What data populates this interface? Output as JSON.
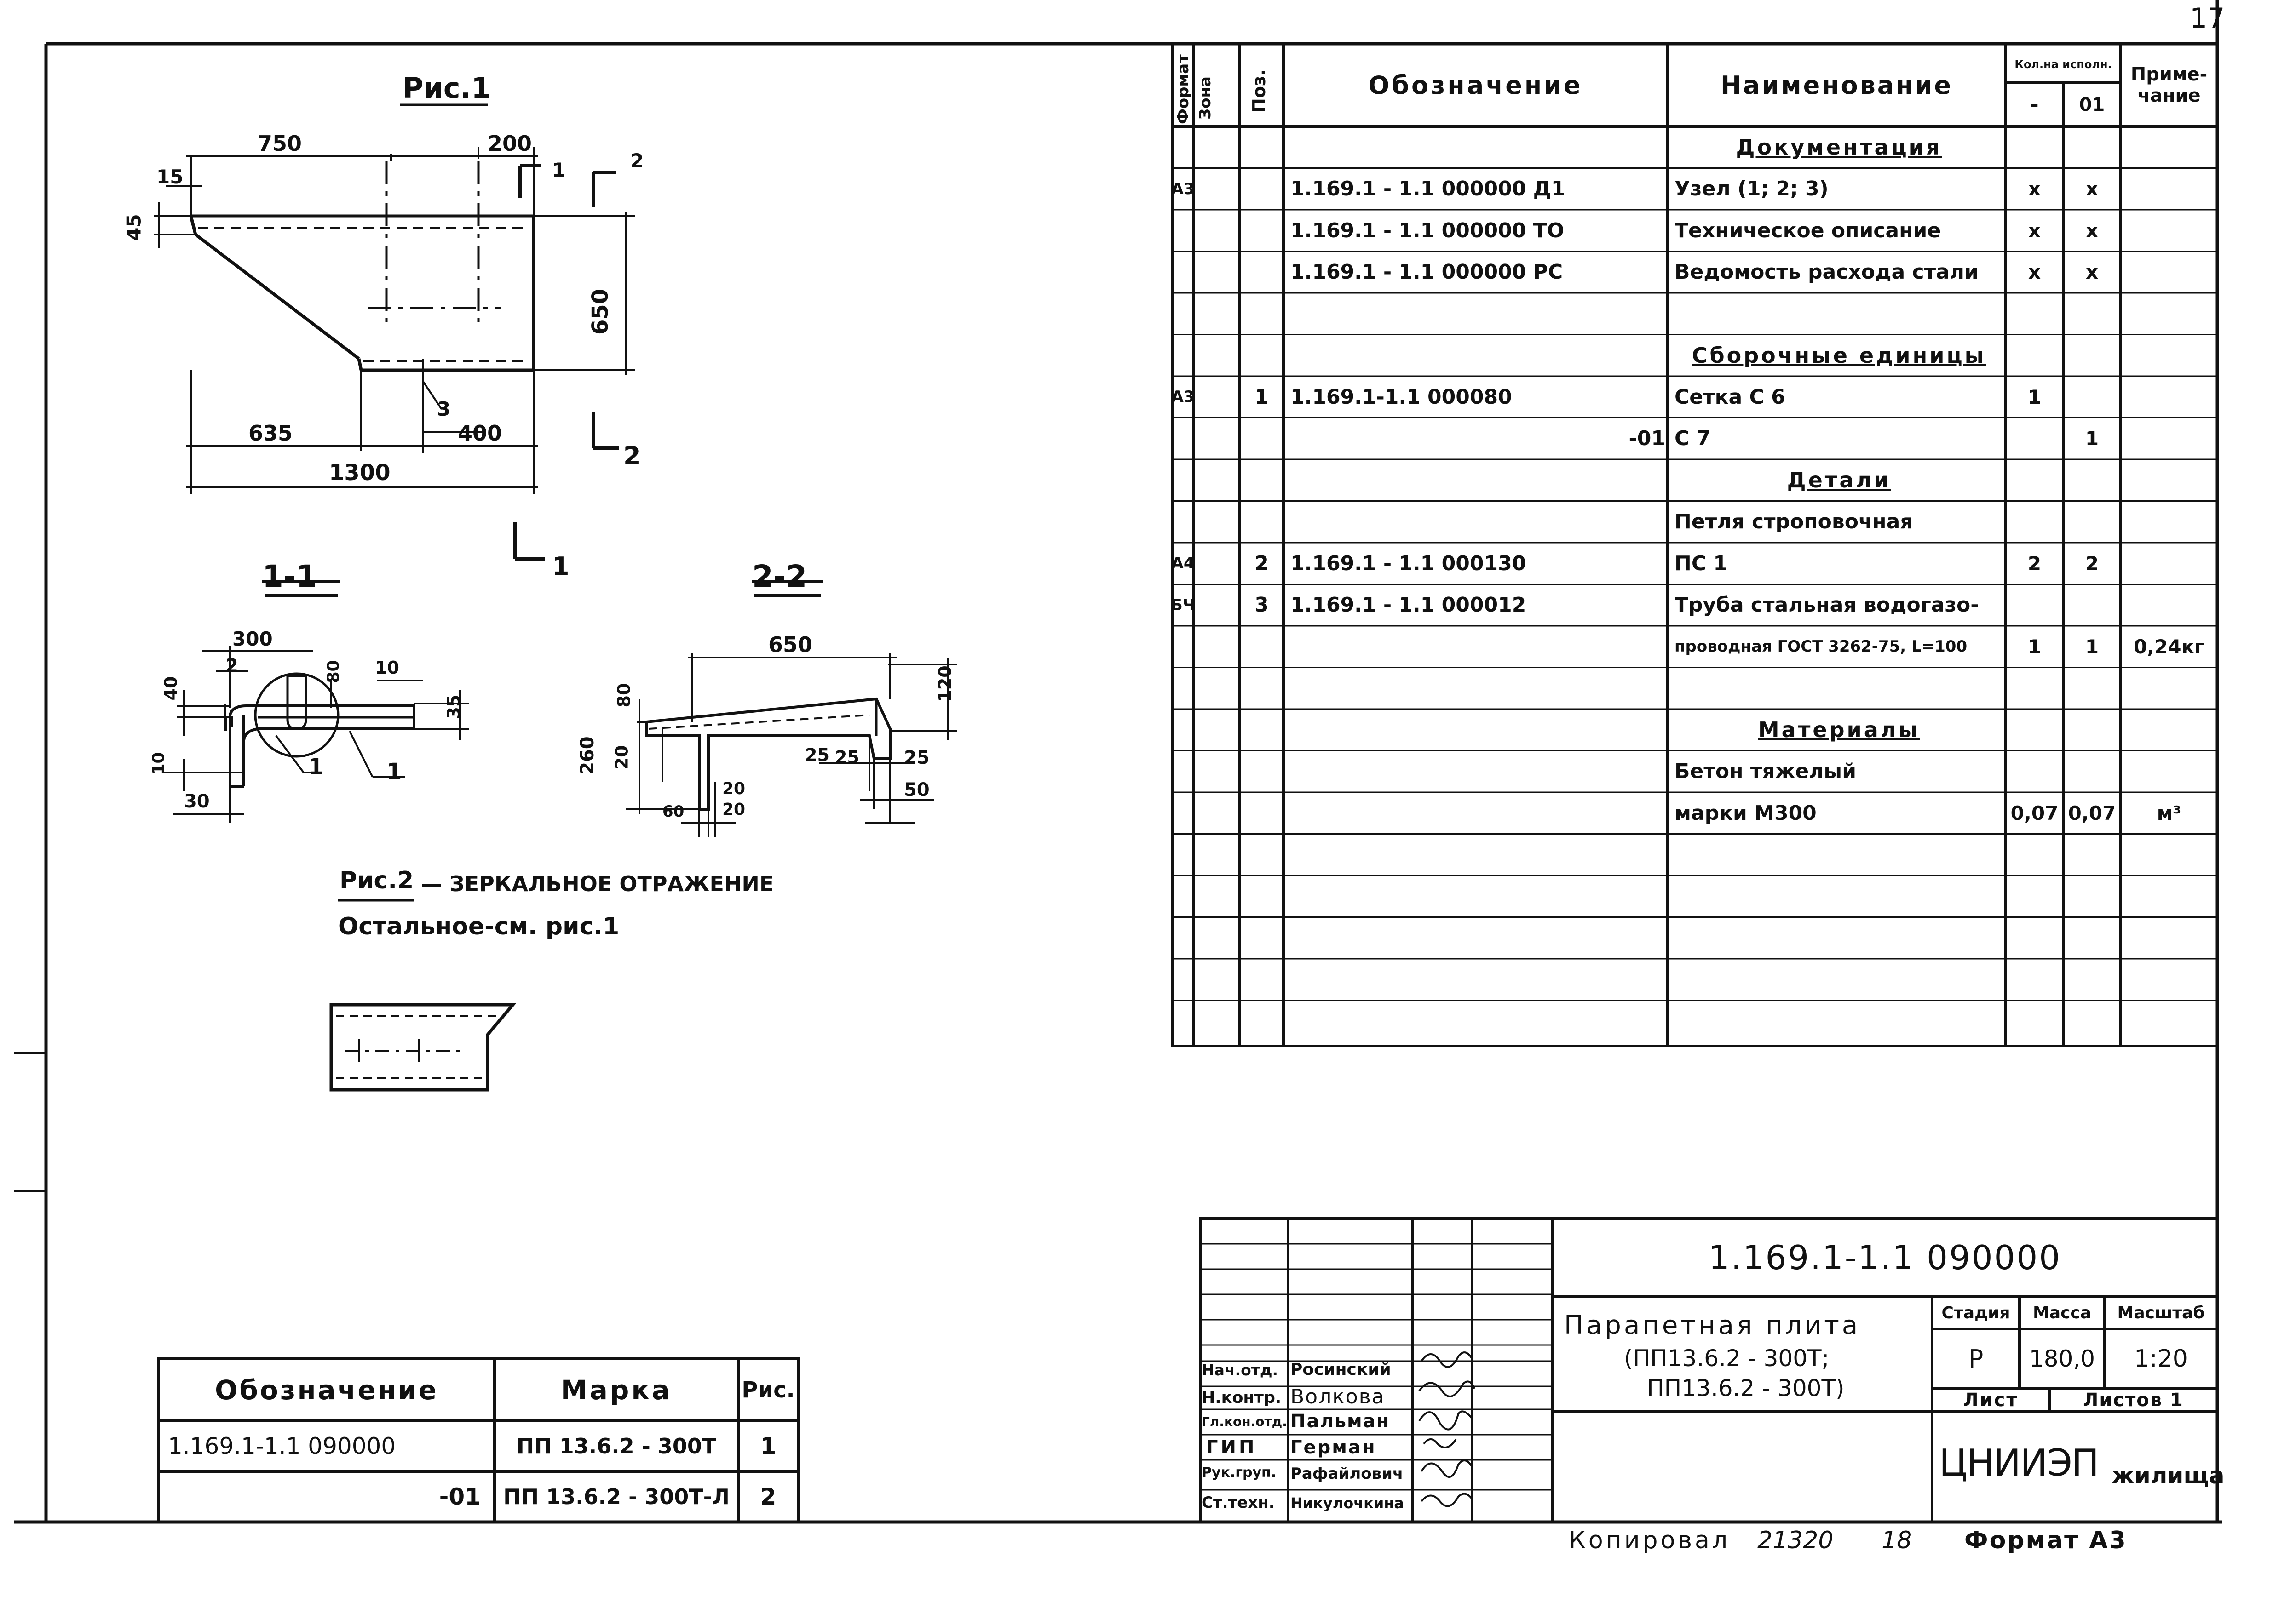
{
  "sheet_number": "17",
  "figures": {
    "fig1_title": "Рис.1",
    "fig1_dims": {
      "d750": "750",
      "d200": "200",
      "d15": "15",
      "d45": "45",
      "d650": "650",
      "d3": "3",
      "d635": "635",
      "d400": "400",
      "d1300": "1300"
    },
    "section_marks": {
      "m1": "1",
      "m2": "2"
    },
    "sec11_title": "1-1",
    "sec11_dims": {
      "d300": "300",
      "d2": "2",
      "d40": "40",
      "d80": "80",
      "d10a": "10",
      "d35": "35",
      "d10b": "10",
      "d30": "30",
      "d1a": "1",
      "d1b": "1"
    },
    "sec22_title": "2-2",
    "sec22_dims": {
      "d650": "650",
      "d120": "120",
      "d80": "80",
      "d260": "260",
      "d20a": "20",
      "d25a": "25",
      "d25b": "25",
      "d25c": "25",
      "d50": "50",
      "d60": "60",
      "d20b": "20",
      "d20c": "20"
    },
    "fig2_title": "Рис.2",
    "fig2_caption": "— ЗЕРКАЛЬНОЕ ОТРАЖЕНИЕ",
    "fig2_note": "Остальное-см. рис.1"
  },
  "spec_table": {
    "headers": {
      "format": "Формат",
      "zone": "Зона",
      "pos": "Поз.",
      "designation": "Обозначение",
      "name": "Наименование",
      "qty": "Кол.на исполн.",
      "qty_a": "-",
      "qty_b": "01",
      "note": "Приме-чание"
    },
    "rows": [
      {
        "format": "",
        "pos": "",
        "designation": "",
        "name": "Документация",
        "q1": "",
        "q2": "",
        "note": "",
        "section": true
      },
      {
        "format": "А3",
        "pos": "",
        "designation": "1.169.1 - 1.1  000000  Д1",
        "name": "Узел (1; 2; 3)",
        "q1": "x",
        "q2": "x",
        "note": ""
      },
      {
        "format": "",
        "pos": "",
        "designation": "1.169.1 - 1.1  000000  ТО",
        "name": "Техническое описание",
        "q1": "x",
        "q2": "x",
        "note": ""
      },
      {
        "format": "",
        "pos": "",
        "designation": "1.169.1 - 1.1  000000  РС",
        "name": "Ведомость расхода стали",
        "q1": "x",
        "q2": "x",
        "note": ""
      },
      {
        "format": "",
        "pos": "",
        "designation": "",
        "name": "",
        "q1": "",
        "q2": "",
        "note": ""
      },
      {
        "format": "",
        "pos": "",
        "designation": "",
        "name": "Сборочные единицы",
        "q1": "",
        "q2": "",
        "note": "",
        "section": true
      },
      {
        "format": "А3",
        "pos": "1",
        "designation": "1.169.1-1.1  000080",
        "name": "Сетка    С 6",
        "q1": "1",
        "q2": "",
        "note": ""
      },
      {
        "format": "",
        "pos": "",
        "designation": "-01",
        "name": "С 7",
        "q1": "",
        "q2": "1",
        "note": ""
      },
      {
        "format": "",
        "pos": "",
        "designation": "",
        "name": "Детали",
        "q1": "",
        "q2": "",
        "note": "",
        "section": true
      },
      {
        "format": "",
        "pos": "",
        "designation": "",
        "name": "Петля строповочная",
        "q1": "",
        "q2": "",
        "note": ""
      },
      {
        "format": "А4",
        "pos": "2",
        "designation": "1.169.1 - 1.1  000130",
        "name": "ПС 1",
        "q1": "2",
        "q2": "2",
        "note": ""
      },
      {
        "format": "БЧ",
        "pos": "3",
        "designation": "1.169.1 - 1.1  000012",
        "name": "Труба стальная водогазо-",
        "q1": "",
        "q2": "",
        "note": ""
      },
      {
        "format": "",
        "pos": "",
        "designation": "",
        "name": "проводная ГОСТ 3262-75, L=100",
        "q1": "1",
        "q2": "1",
        "note": "0,24кг"
      },
      {
        "format": "",
        "pos": "",
        "designation": "",
        "name": "",
        "q1": "",
        "q2": "",
        "note": ""
      },
      {
        "format": "",
        "pos": "",
        "designation": "",
        "name": "Материалы",
        "q1": "",
        "q2": "",
        "note": "",
        "section": true
      },
      {
        "format": "",
        "pos": "",
        "designation": "",
        "name": "Бетон тяжелый",
        "q1": "",
        "q2": "",
        "note": ""
      },
      {
        "format": "",
        "pos": "",
        "designation": "",
        "name": "марки  М300",
        "q1": "0,07",
        "q2": "0,07",
        "note": "м³"
      },
      {
        "format": "",
        "pos": "",
        "designation": "",
        "name": "",
        "q1": "",
        "q2": "",
        "note": ""
      },
      {
        "format": "",
        "pos": "",
        "designation": "",
        "name": "",
        "q1": "",
        "q2": "",
        "note": ""
      },
      {
        "format": "",
        "pos": "",
        "designation": "",
        "name": "",
        "q1": "",
        "q2": "",
        "note": ""
      },
      {
        "format": "",
        "pos": "",
        "designation": "",
        "name": "",
        "q1": "",
        "q2": "",
        "note": ""
      },
      {
        "format": "",
        "pos": "",
        "designation": "",
        "name": "",
        "q1": "",
        "q2": "",
        "note": ""
      }
    ]
  },
  "marks_table": {
    "headers": {
      "designation": "Обозначение",
      "mark": "Марка",
      "fig": "Рис."
    },
    "rows": [
      {
        "designation": "1.169.1-1.1 090000",
        "mark": "ПП 13.6.2 - 300Т",
        "fig": "1"
      },
      {
        "designation": "-01",
        "mark": "ПП 13.6.2 - 300Т-Л",
        "fig": "2"
      }
    ]
  },
  "title_block": {
    "doc_code": "1.169.1-1.1 090000",
    "title_line1": "Парапетная плита",
    "title_line2": "(ПП13.6.2 - 300Т;",
    "title_line3": "ПП13.6.2 - 300Т)",
    "stage_label": "Стадия",
    "mass_label": "Масса",
    "scale_label": "Масштаб",
    "stage": "Р",
    "mass": "180,0",
    "scale": "1:20",
    "sheet_label": "Лист",
    "sheets_label": "Листов 1",
    "org": "ЦНИИЭП",
    "org_suffix": "жилища",
    "roles": [
      {
        "role": "Нач.отд.",
        "name": "Росинский"
      },
      {
        "role": "Н.контр.",
        "name": "Волкова"
      },
      {
        "role": "Гл.кон.отд.",
        "name": "Пальман"
      },
      {
        "role": "ГИП",
        "name": "Герман"
      },
      {
        "role": "Рук.груп.",
        "name": "Рафайлович"
      },
      {
        "role": "Ст.техн.",
        "name": "Никулочкина"
      }
    ]
  },
  "footer": {
    "copied": "Копировал",
    "copy_number": "21320",
    "copy_n2": "18",
    "format": "Формат А3"
  }
}
